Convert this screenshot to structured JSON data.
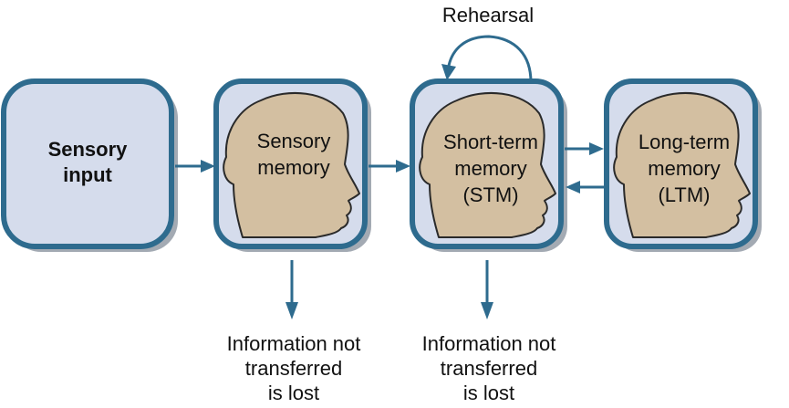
{
  "diagram": {
    "sensory_input": {
      "line1": "Sensory",
      "line2": "input"
    },
    "sensory_memory": {
      "line1": "Sensory",
      "line2": "memory"
    },
    "short_term_memory": {
      "line1": "Short-term",
      "line2": "memory",
      "line3": "(STM)"
    },
    "long_term_memory": {
      "line1": "Long-term",
      "line2": "memory",
      "line3": "(LTM)"
    },
    "rehearsal": "Rehearsal",
    "lost_sensory": {
      "line1": "Information not",
      "line2": "transferred",
      "line3": "is lost"
    },
    "lost_stm": {
      "line1": "Information not",
      "line2": "transferred",
      "line3": "is lost"
    }
  },
  "colors": {
    "box_fill": "#d5dcec",
    "box_stroke": "#2e6b8e",
    "head_fill": "#d3bfa1",
    "arrow": "#2e6b8e"
  },
  "icons": [
    "head-silhouette-icon"
  ]
}
